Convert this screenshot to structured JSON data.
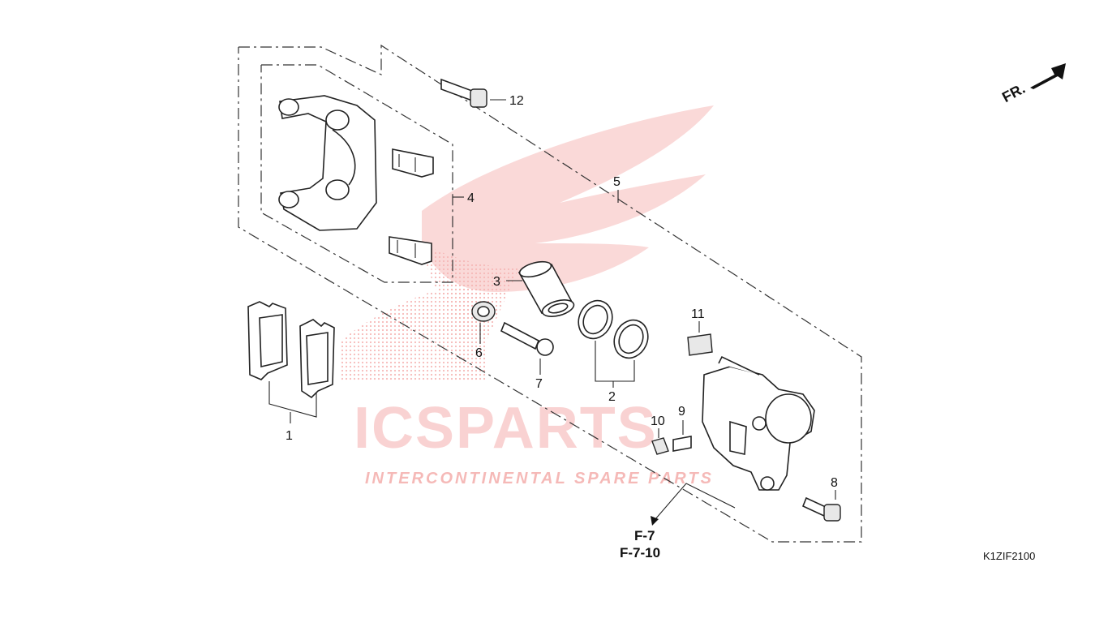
{
  "watermark": {
    "brand": "ICSPARTS",
    "tagline": "INTERCONTINENTAL SPARE PARTS",
    "color": "#e53935"
  },
  "direction": {
    "label": "FR."
  },
  "callouts": {
    "c1": "1",
    "c2": "2",
    "c3": "3",
    "c4": "4",
    "c5": "5",
    "c6": "6",
    "c7": "7",
    "c8": "8",
    "c9": "9",
    "c10": "10",
    "c11": "11",
    "c12": "12"
  },
  "references": {
    "ref1": "F-7",
    "ref2": "F-7-10"
  },
  "diagram_code": "K1ZIF2100"
}
